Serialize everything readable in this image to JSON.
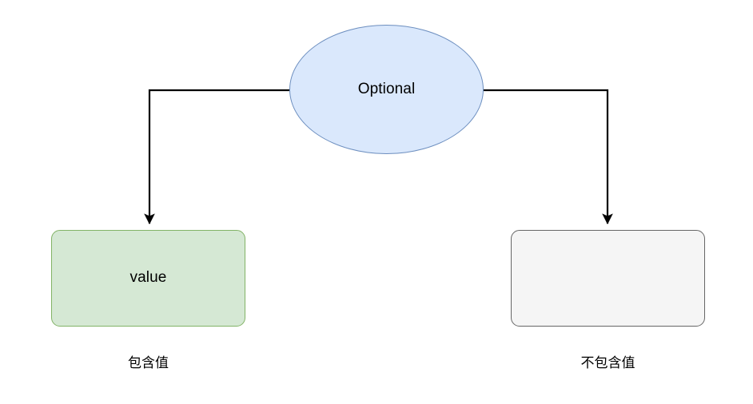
{
  "diagram": {
    "title": "Optional value diagram",
    "background_color": "#ffffff",
    "nodes": {
      "root": {
        "label": "Optional",
        "shape": "ellipse",
        "fill": "#dae8fc",
        "stroke": "#6c8ebf"
      },
      "left": {
        "label": "value",
        "shape": "rounded-rectangle",
        "fill": "#d5e8d4",
        "stroke": "#82b366"
      },
      "right": {
        "label": "",
        "shape": "rounded-rectangle",
        "fill": "#f5f5f5",
        "stroke": "#666666"
      }
    },
    "captions": {
      "left": "包含值",
      "right": "不包含值"
    },
    "edges": [
      {
        "from": "root",
        "to": "left",
        "label": "",
        "style": "orthogonal",
        "arrowhead": "filled-triangle",
        "color": "#000000"
      },
      {
        "from": "root",
        "to": "right",
        "label": "",
        "style": "orthogonal",
        "arrowhead": "filled-triangle",
        "color": "#000000"
      }
    ]
  }
}
